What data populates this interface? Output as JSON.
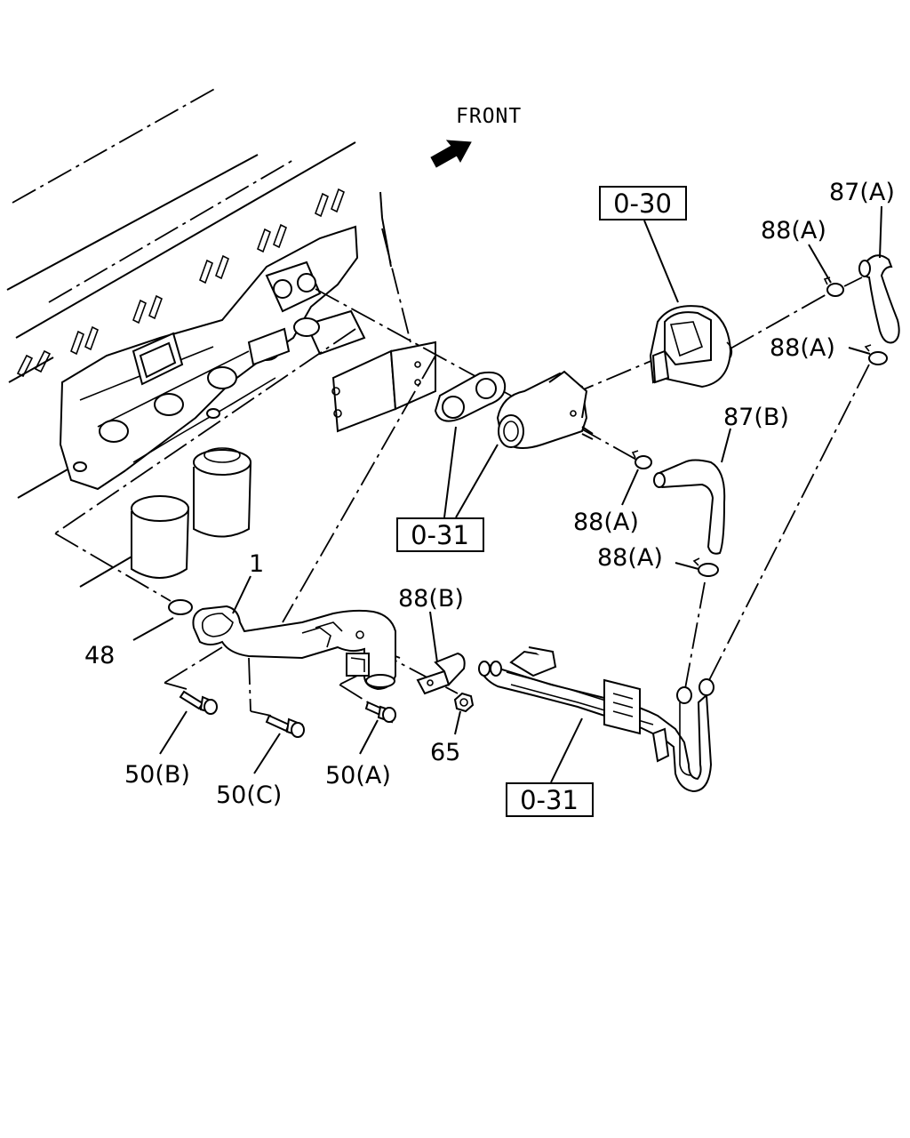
{
  "direction_label": "FRONT",
  "callouts": {
    "box_0_30": "0-30",
    "box_0_31_upper": "0-31",
    "box_0_31_lower": "0-31",
    "part_1": "1",
    "part_48": "48",
    "part_50b": "50(B)",
    "part_50c": "50(C)",
    "part_50a": "50(A)",
    "part_65": "65",
    "part_88b": "88(B)",
    "part_87a": "87(A)",
    "part_88a_top": "88(A)",
    "part_88a_right": "88(A)",
    "part_87b": "87(B)",
    "part_88a_mid": "88(A)",
    "part_88a_lower": "88(A)"
  }
}
